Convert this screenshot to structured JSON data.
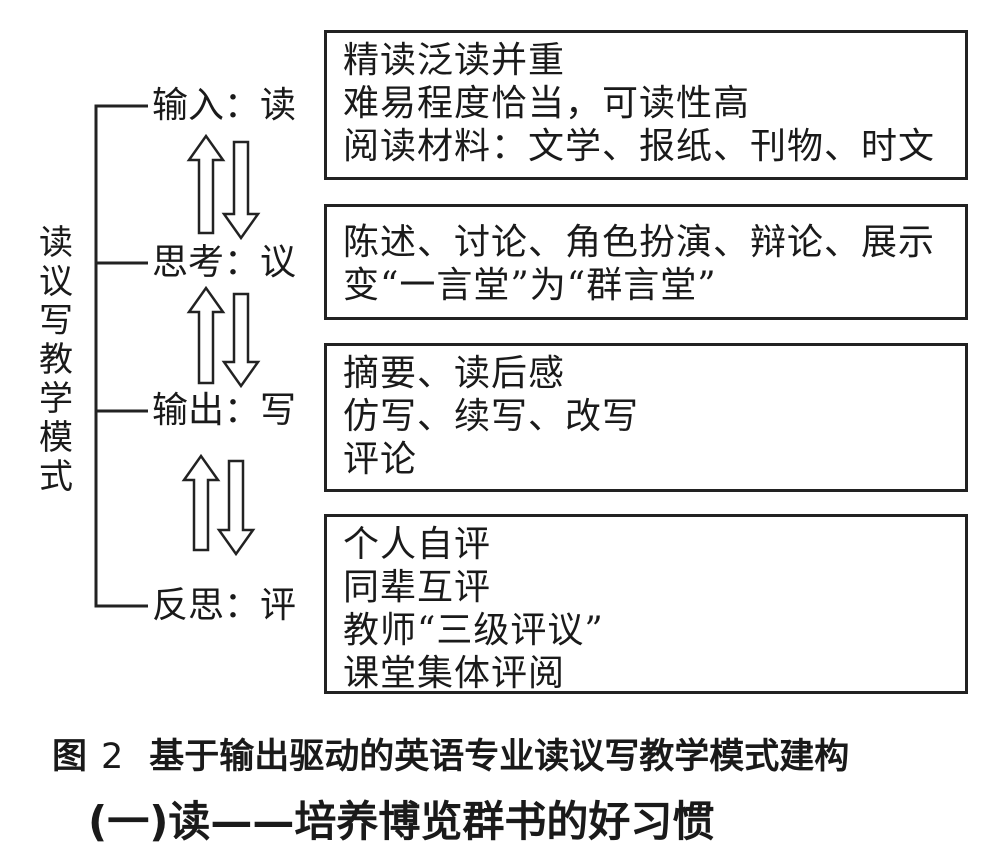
{
  "model_label": "读议写教学模式",
  "stages": [
    {
      "label": "输入：读"
    },
    {
      "label": "思考：议"
    },
    {
      "label": "输出：写"
    },
    {
      "label": "反思：评"
    }
  ],
  "boxes": [
    {
      "lines": [
        "精读泛读并重",
        "难易程度恰当，可读性高",
        "阅读材料：文学、报纸、刊物、时文"
      ]
    },
    {
      "lines": [
        "陈述、讨论、角色扮演、辩论、展示",
        "变“一言堂”为“群言堂”"
      ]
    },
    {
      "lines": [
        "摘要、读后感",
        "仿写、续写、改写",
        "评论"
      ]
    },
    {
      "lines": [
        "个人自评",
        "同辈互评",
        "教师“三级评议”",
        "课堂集体评阅"
      ]
    }
  ],
  "caption": {
    "prefix": "图",
    "number": "2",
    "text": "基于输出驱动的英语专业读议写教学模式建构"
  },
  "section_heading": "(一)读——培养博览群书的好习惯",
  "colors": {
    "line": "#222222",
    "text": "#1a1a1a",
    "background": "#ffffff"
  }
}
